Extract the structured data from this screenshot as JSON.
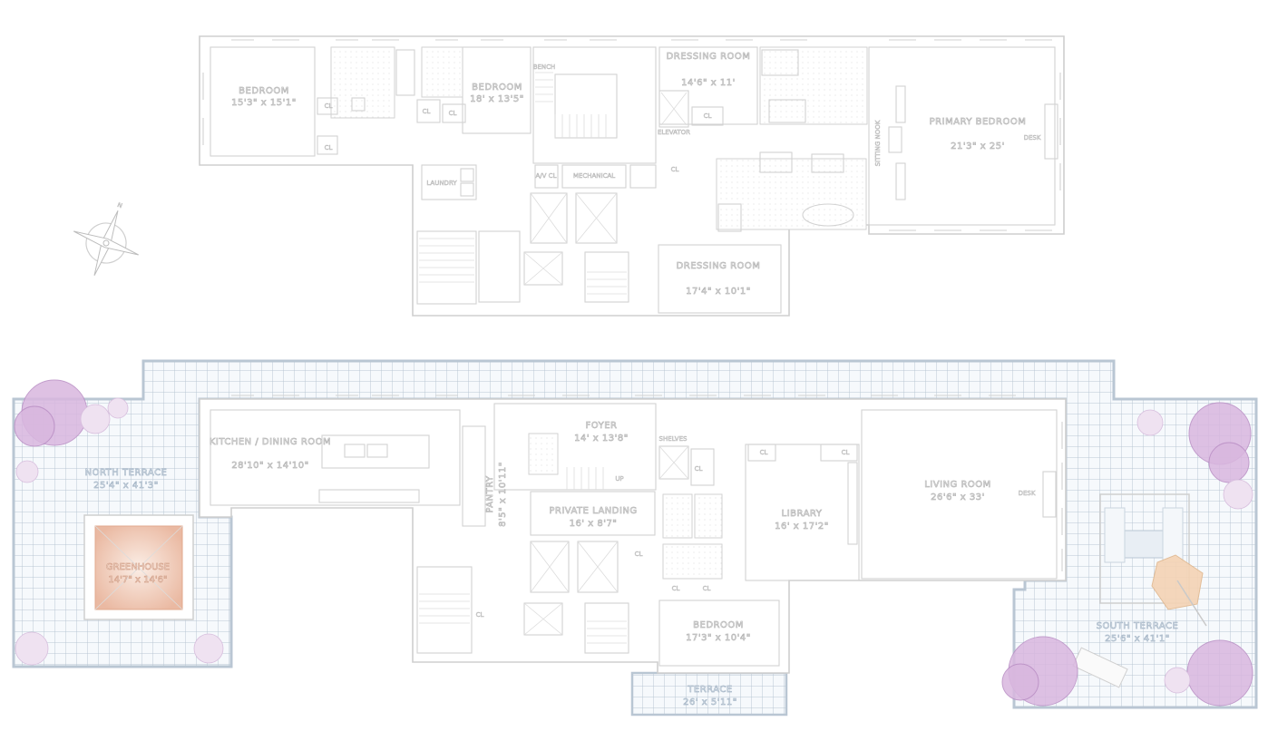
{
  "upper_floor": {
    "rooms": [
      {
        "name": "BEDROOM",
        "dims": "15'3\" x 15'1\""
      },
      {
        "name": "BEDROOM",
        "dims": "18' x 13'5\""
      },
      {
        "name": "DRESSING ROOM",
        "dims": "14'6\" x 11'"
      },
      {
        "name": "PRIMARY BEDROOM",
        "dims": "21'3\" x 25'"
      },
      {
        "name": "DRESSING ROOM",
        "dims": "17'4\" x 10'1\""
      }
    ],
    "small_labels": {
      "cl_1": "CL",
      "cl_2": "CL",
      "cl_3": "CL",
      "cl_4": "CL",
      "cl_5": "CL",
      "cl_6": "CL",
      "laundry": "LAUNDRY",
      "mechanical": "MECHANICAL",
      "av_cl": "A/V CL",
      "sitting_nook": "SITTING NOOK",
      "desk": "DESK",
      "bench": "BENCH",
      "elevator_up": "ELEVATOR"
    }
  },
  "lower_floor": {
    "rooms": [
      {
        "name": "KITCHEN / DINING ROOM",
        "dims": "28'10\" x 14'10\""
      },
      {
        "name": "FOYER",
        "dims": "14' x 13'8\""
      },
      {
        "name": "PANTRY",
        "dims": "8'5\" x 10'11\""
      },
      {
        "name": "PRIVATE LANDING",
        "dims": "16' x 8'7\""
      },
      {
        "name": "LIBRARY",
        "dims": "16' x 17'2\""
      },
      {
        "name": "LIVING ROOM",
        "dims": "26'6\" x 33'"
      },
      {
        "name": "BEDROOM",
        "dims": "17'3\" x 10'4\""
      }
    ],
    "terraces": [
      {
        "name": "NORTH TERRACE",
        "dims": "25'4\" x 41'3\""
      },
      {
        "name": "GREENHOUSE",
        "dims": "14'7\" x 14'6\""
      },
      {
        "name": "SOUTH TERRACE",
        "dims": "25'6\" x 41'1\""
      },
      {
        "name": "TERRACE",
        "dims": "26' x 5'11\""
      }
    ],
    "small_labels": {
      "cl_a": "CL",
      "cl_b": "CL",
      "cl_c": "CL",
      "cl_d": "CL",
      "cl_e": "CL",
      "cl_f": "CL",
      "cl_g": "CL",
      "up": "UP",
      "shelves": "SHELVES",
      "desk": "DESK"
    }
  },
  "colors": {
    "wall": "#cfcfcf",
    "terrace_grid": "#b9c6d3",
    "greenhouse": "#e9b9a1",
    "planting": "#d9b7df",
    "umbrella": "#f2caa8"
  },
  "compass": {
    "icon": "compass-rose-icon",
    "north": "N"
  }
}
